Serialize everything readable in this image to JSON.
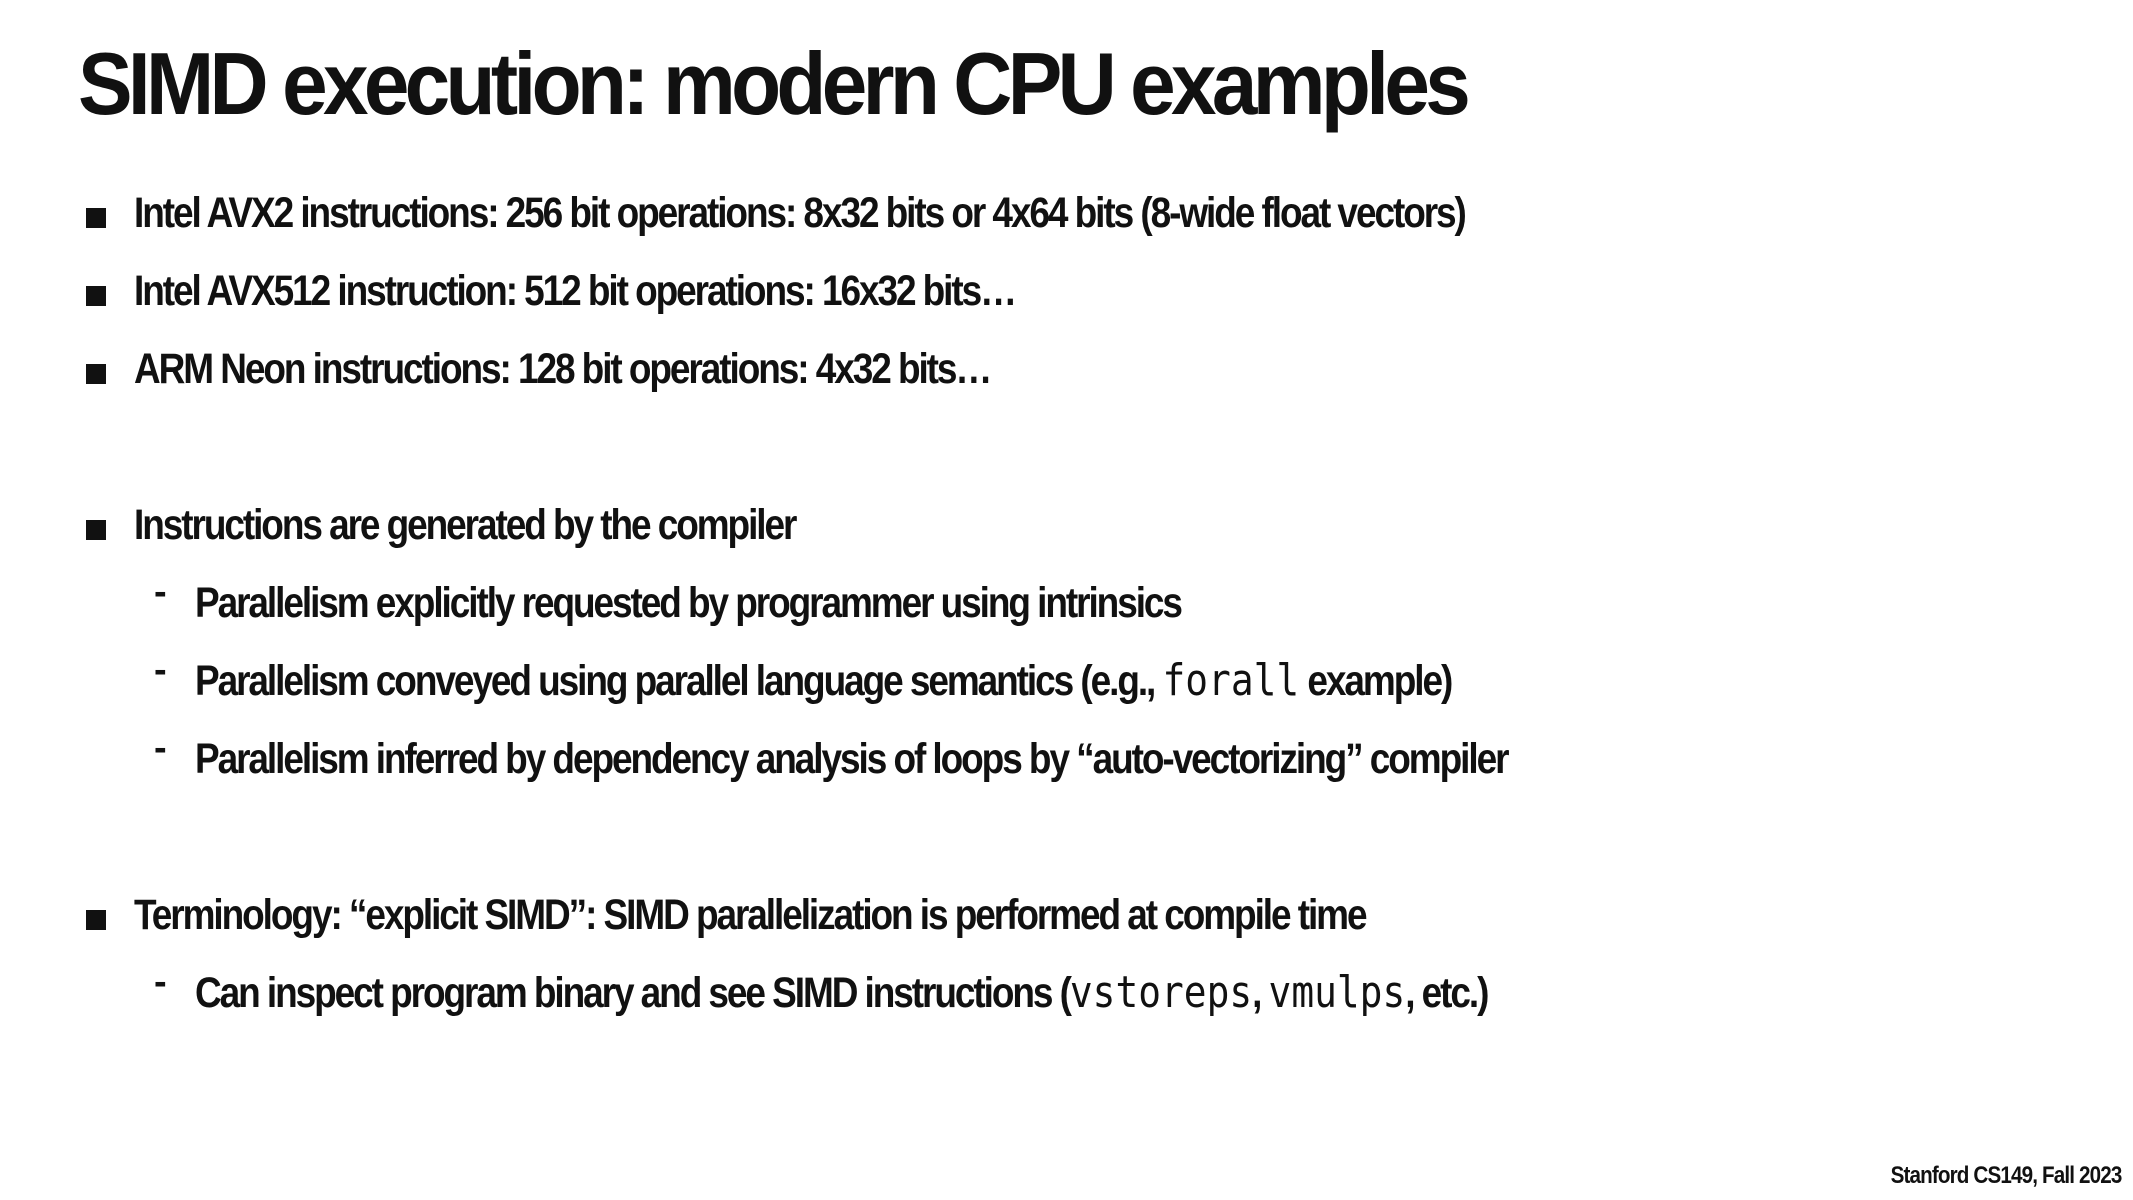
{
  "title": "SIMD execution: modern CPU examples",
  "bullets_group1": [
    "Intel AVX2 instructions: 256 bit operations: 8x32 bits or 4x64 bits (8-wide float vectors)",
    "Intel AVX512 instruction: 512 bit operations: 16x32 bits…",
    "ARM Neon instructions: 128 bit operations: 4x32 bits…"
  ],
  "compiler": {
    "heading": "Instructions are generated by the compiler",
    "sub1": "Parallelism explicitly requested by programmer using intrinsics",
    "sub2_pre": "Parallelism conveyed using parallel language semantics (e.g., ",
    "sub2_code": "forall",
    "sub2_post": " example)",
    "sub3": "Parallelism inferred by dependency analysis of loops by “auto-vectorizing” compiler"
  },
  "terminology": {
    "heading": "Terminology: “explicit SIMD”: SIMD parallelization is performed at compile time",
    "sub_pre": "Can inspect program binary and see SIMD instructions (",
    "code1": "vstoreps",
    "sep": ", ",
    "code2": "vmulps",
    "sub_post": ", etc.)"
  },
  "dash_glyph": "-",
  "footer": "Stanford CS149, Fall 2023"
}
